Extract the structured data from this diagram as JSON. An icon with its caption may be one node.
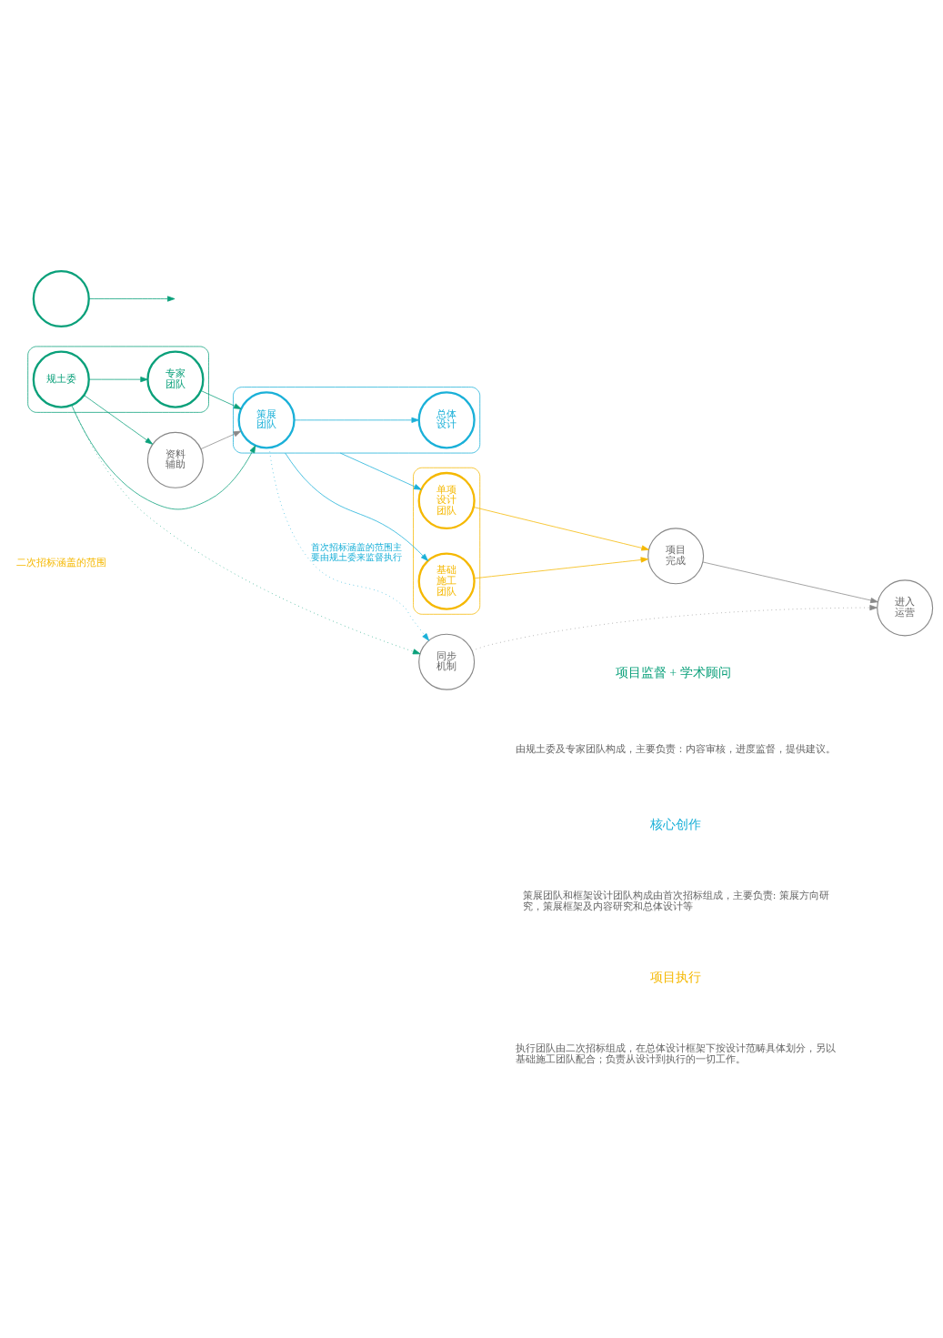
{
  "diagram": {
    "nodes": [
      {
        "text": [
          "资料辅助"
        ]
      },
      {
        "text": [],
        "shape": "circle"
      },
      {
        "text": [],
        "shape": "box"
      },
      {
        "text": [
          "规土委"
        ],
        "in": 2
      },
      {
        "text": [],
        "shape": "box"
      },
      {
        "text": [
          "策展团队"
        ],
        "in": 4
      },
      {
        "text": [
          "总体设计"
        ],
        "in": 4
      },
      {
        "text": [],
        "shape": "box"
      },
      {
        "text": [
          "单项设计团队"
        ],
        "in": 7
      },
      {
        "text": [
          "基础施工团队"
        ],
        "in": 7
      },
      {
        "text": [
          "项目完成"
        ]
      },
      {
        "text": [
          "进入运营"
        ]
      },
      {
        "text": [
          "专家团队"
        ],
        "in": 2
      },
      {
        "text": [
          "同步机制"
        ]
      }
    ],
    "edges": [
      {
        "from": 3,
        "to": 0,
        "arrow": "to",
        "color": "#0aa07a"
      },
      {
        "from": 0,
        "to": 5,
        "arrow": "to",
        "color": "#888888"
      },
      {
        "from": 3,
        "to": 5,
        "arrow": "to",
        "color": "#0aa07a"
      },
      {
        "from": 5,
        "to": 6,
        "arrow": "to",
        "color": "#1ab0d8"
      },
      {
        "from": 3,
        "to": 12,
        "arrow": "to",
        "color": "#0aa07a"
      },
      {
        "from": 12,
        "to": 5,
        "arrow": "to",
        "color": "#0aa07a"
      },
      {
        "from": 1,
        "to": null,
        "arrow": "to",
        "color": "#0aa07a"
      },
      {
        "from": 4,
        "to": 8,
        "arrow": "to",
        "color": "#1ab0d8"
      },
      {
        "from": 4,
        "to": 9,
        "arrow": "to",
        "color": "#1ab0d8"
      },
      {
        "from": 8,
        "to": 10,
        "arrow": "to",
        "color": "#f5b800"
      },
      {
        "from": 9,
        "to": 10,
        "arrow": "to",
        "color": "#f5b800"
      },
      {
        "from": 10,
        "to": 11,
        "arrow": "to",
        "color": "#888888"
      },
      {
        "from": 3,
        "to": 13,
        "arrow": "to",
        "style": "dashed",
        "color": "#0aa07a"
      },
      {
        "from": 5,
        "to": 13,
        "arrow": "to",
        "style": "dashed",
        "color": "#1ab0d8",
        "label": "首次招标涵盖的范围主要由规土委来监督执行"
      },
      {
        "from": 13,
        "to": 11,
        "arrow": "to",
        "style": "dashed",
        "color": "#888888"
      }
    ],
    "labels": [
      "二次招标涵盖的范围",
      "项目监督 + 学术顾问",
      "由规土委及专家团队构成，主要负责：内容审核，进度监督，提供建议。",
      "核心创作",
      "策展团队和框架设计团队构成由首次招标组成，主要负责: 策展方向研究，策展框架及内容研究和总体设计等",
      "项目执行",
      "执行团队由二次招标组成，在总体设计框架下按设计范畴具体划分，另以基础施工团队配合；负责从设计到执行的一切工作。"
    ]
  }
}
